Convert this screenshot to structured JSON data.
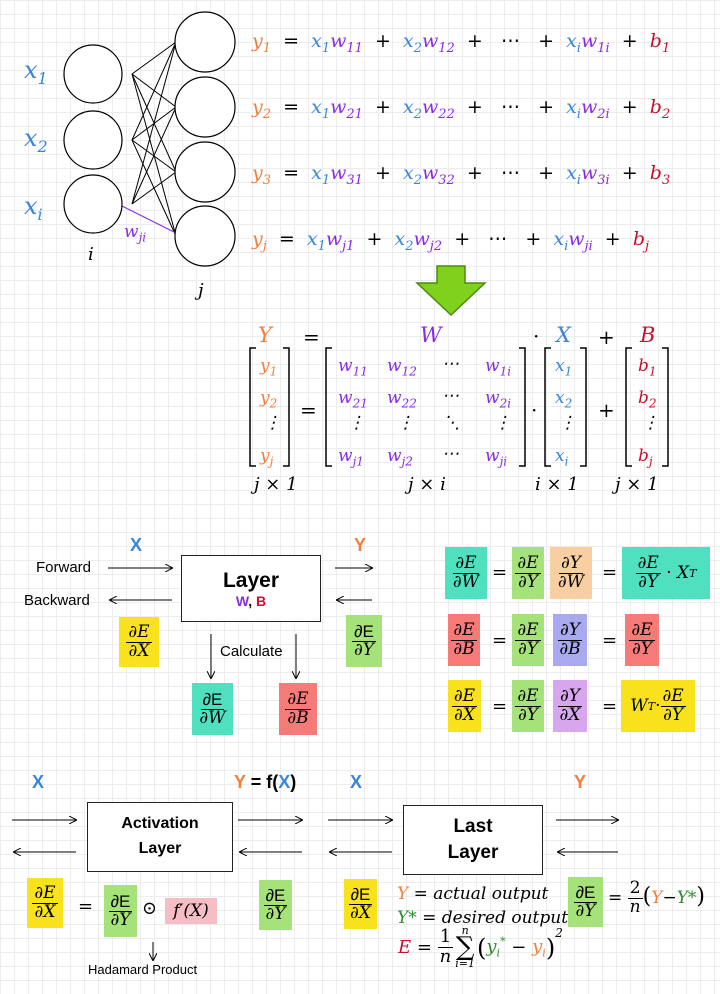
{
  "network": {
    "input_labels": [
      "x",
      "x",
      "x"
    ],
    "input_subs": [
      "1",
      "2",
      "i"
    ],
    "weight_label": "w",
    "weight_sub": "ji",
    "layer_i": "i",
    "layer_j": "j"
  },
  "equations": [
    {
      "y": "y",
      "ys": "1",
      "w1": "11",
      "w2": "12",
      "wi": "1i",
      "b": "b",
      "bs": "1"
    },
    {
      "y": "y",
      "ys": "2",
      "w1": "21",
      "w2": "22",
      "wi": "2i",
      "b": "b",
      "bs": "2"
    },
    {
      "y": "y",
      "ys": "3",
      "w1": "31",
      "w2": "32",
      "wi": "3i",
      "b": "b",
      "bs": "3"
    },
    {
      "y": "y",
      "ys": "j",
      "w1": "j1",
      "w2": "j2",
      "wi": "ji",
      "b": "b",
      "bs": "j"
    }
  ],
  "matrix": {
    "Y": "Y",
    "W": "W",
    "X": "X",
    "B": "B",
    "dim_y": "j × 1",
    "dim_w": "j × i",
    "dim_x": "i × 1",
    "dim_b": "j × 1"
  },
  "layer_section": {
    "x_label": "X",
    "y_label": "Y",
    "forward": "Forward",
    "backward": "Backward",
    "layer_title": "Layer",
    "layer_w": "W",
    "layer_comma": ", ",
    "layer_b": "B",
    "calculate": "Calculate"
  },
  "bottom": {
    "x1": "X",
    "yfx_y": "Y",
    "yfx_mid": " = f(",
    "yfx_x": "X",
    "yfx_end": ")",
    "x2": "X",
    "y2": "Y",
    "activation_line1": "Activation",
    "activation_line2": "Layer",
    "last_line1": "Last",
    "last_line2": "Layer",
    "hadamard": "Hadamard Product",
    "actual_y": "Y",
    "actual_text": " = actual output",
    "desired_y": "Y*",
    "desired_text": " = desired output",
    "two": "2",
    "n": "n",
    "one": "1",
    "i1": "i=1",
    "nsup": "n",
    "sq": "2"
  },
  "colors": {
    "y": "#f07f3c",
    "x": "#3a86d6",
    "w": "#8a2be2",
    "b": "#c8102e",
    "ystar": "#2e8b2e"
  }
}
